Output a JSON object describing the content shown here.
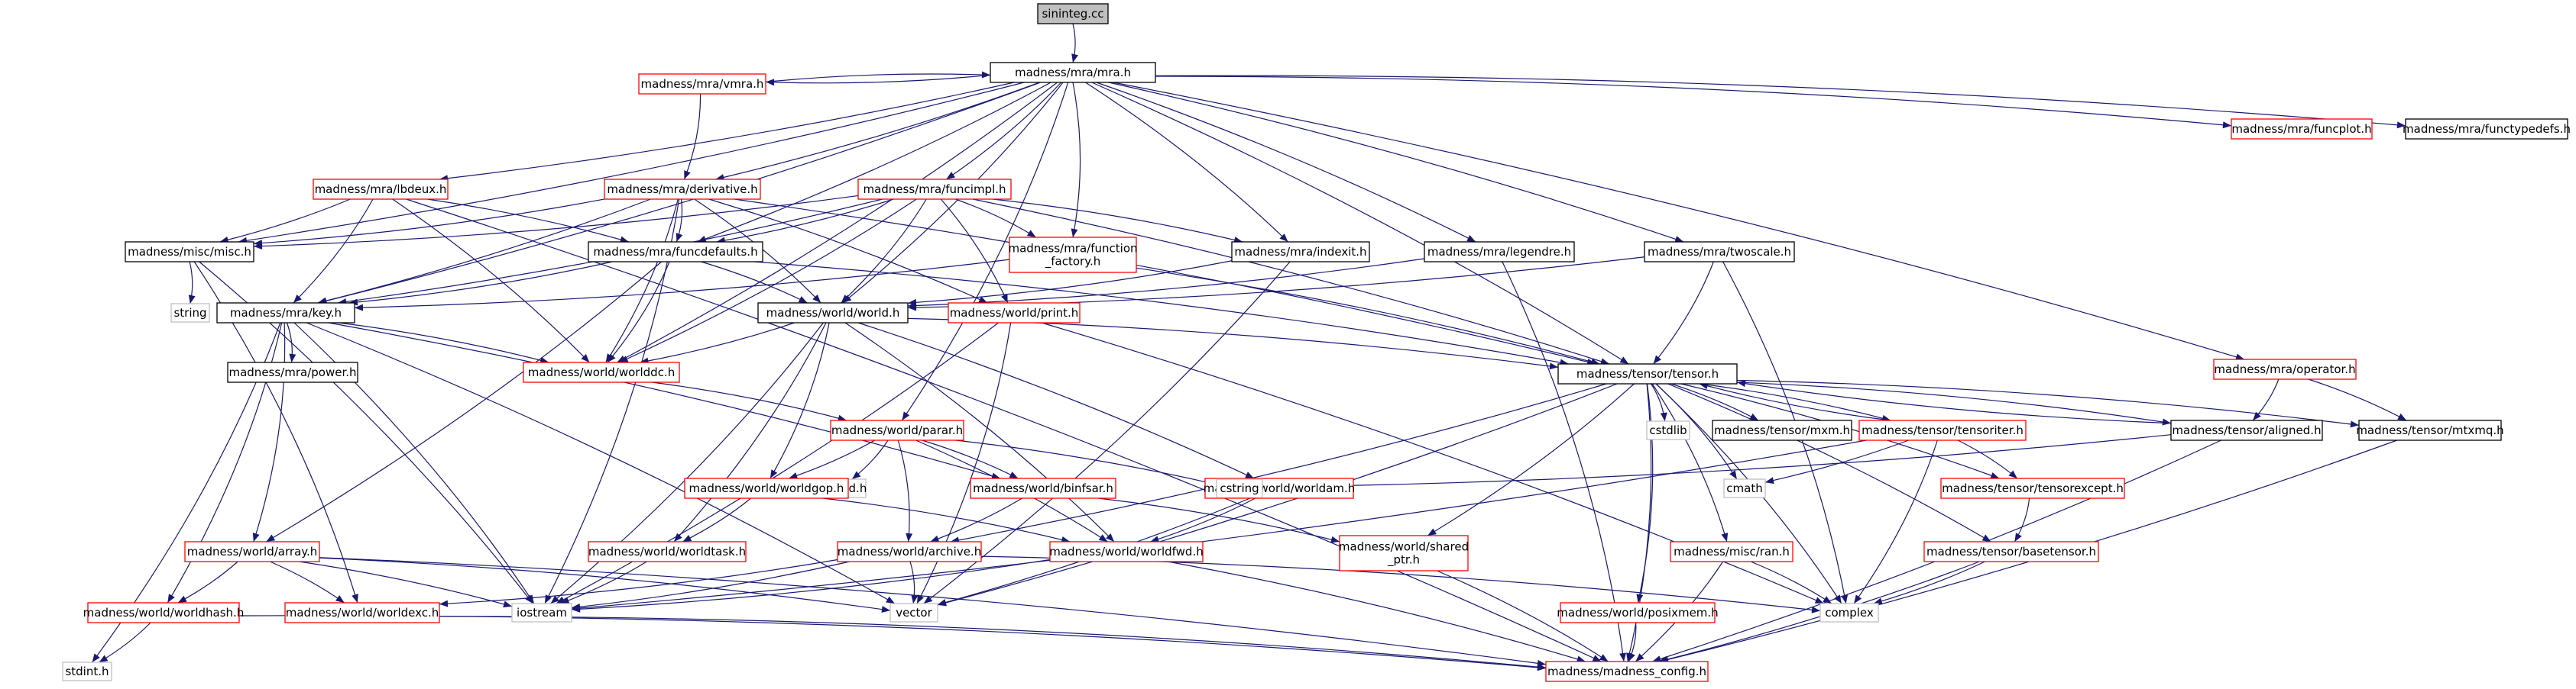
{
  "diagram": {
    "nodes": [
      {
        "id": "siminteg",
        "label": "sininteg.cc",
        "style": "root"
      },
      {
        "id": "mra_h",
        "label": "madness/mra/mra.h",
        "style": "black"
      },
      {
        "id": "vmra",
        "label": "madness/mra/vmra.h",
        "style": "red"
      },
      {
        "id": "funcplot",
        "label": "madness/mra/funcplot.h",
        "style": "red"
      },
      {
        "id": "functypedefs",
        "label": "madness/mra/functypedefs.h",
        "style": "black"
      },
      {
        "id": "lbdeux",
        "label": "madness/mra/lbdeux.h",
        "style": "red"
      },
      {
        "id": "derivative",
        "label": "madness/mra/derivative.h",
        "style": "red"
      },
      {
        "id": "funcimpl",
        "label": "madness/mra/funcimpl.h",
        "style": "red"
      },
      {
        "id": "misc",
        "label": "madness/misc/misc.h",
        "style": "black"
      },
      {
        "id": "funcdefaults",
        "label": "madness/mra/funcdefaults.h",
        "style": "black"
      },
      {
        "id": "function_factory",
        "label": "madness/mra/function\n_factory.h",
        "style": "red"
      },
      {
        "id": "indexit",
        "label": "madness/mra/indexit.h",
        "style": "black"
      },
      {
        "id": "legendre",
        "label": "madness/mra/legendre.h",
        "style": "black"
      },
      {
        "id": "twoscale",
        "label": "madness/mra/twoscale.h",
        "style": "black"
      },
      {
        "id": "string",
        "label": "string",
        "style": "gray"
      },
      {
        "id": "key",
        "label": "madness/mra/key.h",
        "style": "black"
      },
      {
        "id": "world",
        "label": "madness/world/world.h",
        "style": "black"
      },
      {
        "id": "print",
        "label": "madness/world/print.h",
        "style": "red"
      },
      {
        "id": "worlddc",
        "label": "madness/world/worlddc.h",
        "style": "red"
      },
      {
        "id": "power",
        "label": "madness/mra/power.h",
        "style": "black"
      },
      {
        "id": "tensor",
        "label": "madness/tensor/tensor.h",
        "style": "black"
      },
      {
        "id": "parar",
        "label": "madness/world/parar.h",
        "style": "red"
      },
      {
        "id": "cstdlib",
        "label": "cstdlib",
        "style": "gray"
      },
      {
        "id": "mxm",
        "label": "madness/tensor/mxm.h",
        "style": "black"
      },
      {
        "id": "tensoriter",
        "label": "madness/tensor/tensoriter.h",
        "style": "red"
      },
      {
        "id": "operator",
        "label": "madness/mra/operator.h",
        "style": "red"
      },
      {
        "id": "aligned",
        "label": "madness/tensor/aligned.h",
        "style": "black"
      },
      {
        "id": "mtxmq",
        "label": "madness/tensor/mtxmq.h",
        "style": "black"
      },
      {
        "id": "unistd",
        "label": "unistd.h",
        "style": "gray"
      },
      {
        "id": "worldgop",
        "label": "madness/world/worldgop.h",
        "style": "red"
      },
      {
        "id": "binfsar",
        "label": "madness/world/binfsar.h",
        "style": "red"
      },
      {
        "id": "worldam",
        "label": "madness/world/worldam.h",
        "style": "red"
      },
      {
        "id": "cstring",
        "label": "cstring",
        "style": "gray"
      },
      {
        "id": "cmath",
        "label": "cmath",
        "style": "gray"
      },
      {
        "id": "tensorexcept",
        "label": "madness/tensor/tensorexcept.h",
        "style": "red"
      },
      {
        "id": "worldtask",
        "label": "madness/world/worldtask.h",
        "style": "red"
      },
      {
        "id": "shared_ptr",
        "label": "madness/world/shared\n_ptr.h",
        "style": "red"
      },
      {
        "id": "array",
        "label": "madness/world/array.h",
        "style": "red"
      },
      {
        "id": "archive",
        "label": "madness/world/archive.h",
        "style": "red"
      },
      {
        "id": "worldfwd",
        "label": "madness/world/worldfwd.h",
        "style": "red"
      },
      {
        "id": "ran",
        "label": "madness/misc/ran.h",
        "style": "red"
      },
      {
        "id": "basetensor",
        "label": "madness/tensor/basetensor.h",
        "style": "red"
      },
      {
        "id": "worldhash",
        "label": "madness/world/worldhash.h",
        "style": "red"
      },
      {
        "id": "worldexc",
        "label": "madness/world/worldexc.h",
        "style": "red"
      },
      {
        "id": "iostream",
        "label": "iostream",
        "style": "gray"
      },
      {
        "id": "vector",
        "label": "vector",
        "style": "gray"
      },
      {
        "id": "complex",
        "label": "complex",
        "style": "gray"
      },
      {
        "id": "posixmem",
        "label": "madness/world/posixmem.h",
        "style": "red"
      },
      {
        "id": "stdint",
        "label": "stdint.h",
        "style": "gray"
      },
      {
        "id": "madness_config",
        "label": "madness/madness_config.h",
        "style": "red"
      }
    ],
    "edges": [
      [
        "siminteg",
        "mra_h"
      ],
      [
        "mra_h",
        "vmra"
      ],
      [
        "mra_h",
        "funcplot"
      ],
      [
        "mra_h",
        "functypedefs"
      ],
      [
        "mra_h",
        "lbdeux"
      ],
      [
        "mra_h",
        "derivative"
      ],
      [
        "mra_h",
        "funcimpl"
      ],
      [
        "mra_h",
        "misc"
      ],
      [
        "mra_h",
        "funcdefaults"
      ],
      [
        "mra_h",
        "function_factory"
      ],
      [
        "mra_h",
        "indexit"
      ],
      [
        "mra_h",
        "legendre"
      ],
      [
        "mra_h",
        "twoscale"
      ],
      [
        "mra_h",
        "key"
      ],
      [
        "mra_h",
        "world"
      ],
      [
        "mra_h",
        "worlddc"
      ],
      [
        "mra_h",
        "tensor"
      ],
      [
        "mra_h",
        "parar"
      ],
      [
        "mra_h",
        "operator"
      ],
      [
        "vmra",
        "mra_h"
      ],
      [
        "vmra",
        "derivative"
      ],
      [
        "lbdeux",
        "misc"
      ],
      [
        "lbdeux",
        "funcdefaults"
      ],
      [
        "lbdeux",
        "key"
      ],
      [
        "lbdeux",
        "worlddc"
      ],
      [
        "lbdeux",
        "madness_config"
      ],
      [
        "derivative",
        "misc"
      ],
      [
        "derivative",
        "funcdefaults"
      ],
      [
        "derivative",
        "key"
      ],
      [
        "derivative",
        "world"
      ],
      [
        "derivative",
        "print"
      ],
      [
        "derivative",
        "worlddc"
      ],
      [
        "derivative",
        "tensor"
      ],
      [
        "derivative",
        "iostream"
      ],
      [
        "funcimpl",
        "misc"
      ],
      [
        "funcimpl",
        "funcdefaults"
      ],
      [
        "funcimpl",
        "function_factory"
      ],
      [
        "funcimpl",
        "indexit"
      ],
      [
        "funcimpl",
        "key"
      ],
      [
        "funcimpl",
        "world"
      ],
      [
        "funcimpl",
        "print"
      ],
      [
        "funcimpl",
        "tensor"
      ],
      [
        "funcimpl",
        "worlddc"
      ],
      [
        "misc",
        "string"
      ],
      [
        "misc",
        "iostream"
      ],
      [
        "misc",
        "worldexc"
      ],
      [
        "funcdefaults",
        "key"
      ],
      [
        "funcdefaults",
        "world"
      ],
      [
        "funcdefaults",
        "worlddc"
      ],
      [
        "funcdefaults",
        "tensor"
      ],
      [
        "funcdefaults",
        "array"
      ],
      [
        "function_factory",
        "key"
      ],
      [
        "function_factory",
        "tensor"
      ],
      [
        "indexit",
        "world"
      ],
      [
        "indexit",
        "vector"
      ],
      [
        "legendre",
        "world"
      ],
      [
        "legendre",
        "madness_config"
      ],
      [
        "twoscale",
        "world"
      ],
      [
        "twoscale",
        "tensor"
      ],
      [
        "twoscale",
        "complex"
      ],
      [
        "key",
        "power"
      ],
      [
        "key",
        "worlddc"
      ],
      [
        "key",
        "array"
      ],
      [
        "key",
        "binfsar"
      ],
      [
        "key",
        "worldhash"
      ],
      [
        "key",
        "vector"
      ],
      [
        "key",
        "stdint"
      ],
      [
        "key",
        "iostream"
      ],
      [
        "world",
        "worlddc"
      ],
      [
        "world",
        "worldgop"
      ],
      [
        "world",
        "worldam"
      ],
      [
        "world",
        "worldtask"
      ],
      [
        "world",
        "worldfwd"
      ],
      [
        "world",
        "iostream"
      ],
      [
        "world",
        "tensor"
      ],
      [
        "print",
        "iostream"
      ],
      [
        "print",
        "vector"
      ],
      [
        "print",
        "complex"
      ],
      [
        "worlddc",
        "parar"
      ],
      [
        "tensor",
        "cstdlib"
      ],
      [
        "tensor",
        "mxm"
      ],
      [
        "tensor",
        "tensoriter"
      ],
      [
        "tensor",
        "aligned"
      ],
      [
        "tensor",
        "mtxmq"
      ],
      [
        "tensor",
        "cmath"
      ],
      [
        "tensor",
        "complex"
      ],
      [
        "tensor",
        "vector"
      ],
      [
        "tensor",
        "archive"
      ],
      [
        "tensor",
        "shared_ptr"
      ],
      [
        "tensor",
        "ran"
      ],
      [
        "tensor",
        "posixmem"
      ],
      [
        "tensor",
        "basetensor"
      ],
      [
        "tensor",
        "tensorexcept"
      ],
      [
        "tensor",
        "madness_config"
      ],
      [
        "parar",
        "unistd"
      ],
      [
        "parar",
        "worldgop"
      ],
      [
        "parar",
        "binfsar"
      ],
      [
        "parar",
        "cstring"
      ],
      [
        "parar",
        "archive"
      ],
      [
        "parar",
        "worldfwd"
      ],
      [
        "tensoriter",
        "tensor"
      ],
      [
        "tensoriter",
        "cmath"
      ],
      [
        "tensoriter",
        "tensorexcept"
      ],
      [
        "tensoriter",
        "complex"
      ],
      [
        "tensoriter",
        "iostream"
      ],
      [
        "operator",
        "aligned"
      ],
      [
        "operator",
        "mtxmq"
      ],
      [
        "aligned",
        "tensor"
      ],
      [
        "aligned",
        "cstring"
      ],
      [
        "aligned",
        "madness_config"
      ],
      [
        "mtxmq",
        "madness_config"
      ],
      [
        "worldgop",
        "worldtask"
      ],
      [
        "worldgop",
        "worldfwd"
      ],
      [
        "binfsar",
        "archive"
      ],
      [
        "binfsar",
        "shared_ptr"
      ],
      [
        "worldam",
        "worldfwd"
      ],
      [
        "worldam",
        "vector"
      ],
      [
        "worldtask",
        "iostream"
      ],
      [
        "shared_ptr",
        "madness_config"
      ],
      [
        "array",
        "worldhash"
      ],
      [
        "array",
        "worldexc"
      ],
      [
        "array",
        "iostream"
      ],
      [
        "array",
        "vector"
      ],
      [
        "array",
        "madness_config"
      ],
      [
        "archive",
        "worldexc"
      ],
      [
        "archive",
        "iostream"
      ],
      [
        "archive",
        "vector"
      ],
      [
        "archive",
        "complex"
      ],
      [
        "worldfwd",
        "iostream"
      ],
      [
        "worldfwd",
        "madness_config"
      ],
      [
        "ran",
        "complex"
      ],
      [
        "ran",
        "madness_config"
      ],
      [
        "basetensor",
        "complex"
      ],
      [
        "basetensor",
        "madness_config"
      ],
      [
        "worldhash",
        "stdint"
      ],
      [
        "worldhash",
        "madness_config"
      ],
      [
        "worldexc",
        "madness_config"
      ],
      [
        "posixmem",
        "madness_config"
      ],
      [
        "tensorexcept",
        "basetensor"
      ]
    ]
  }
}
